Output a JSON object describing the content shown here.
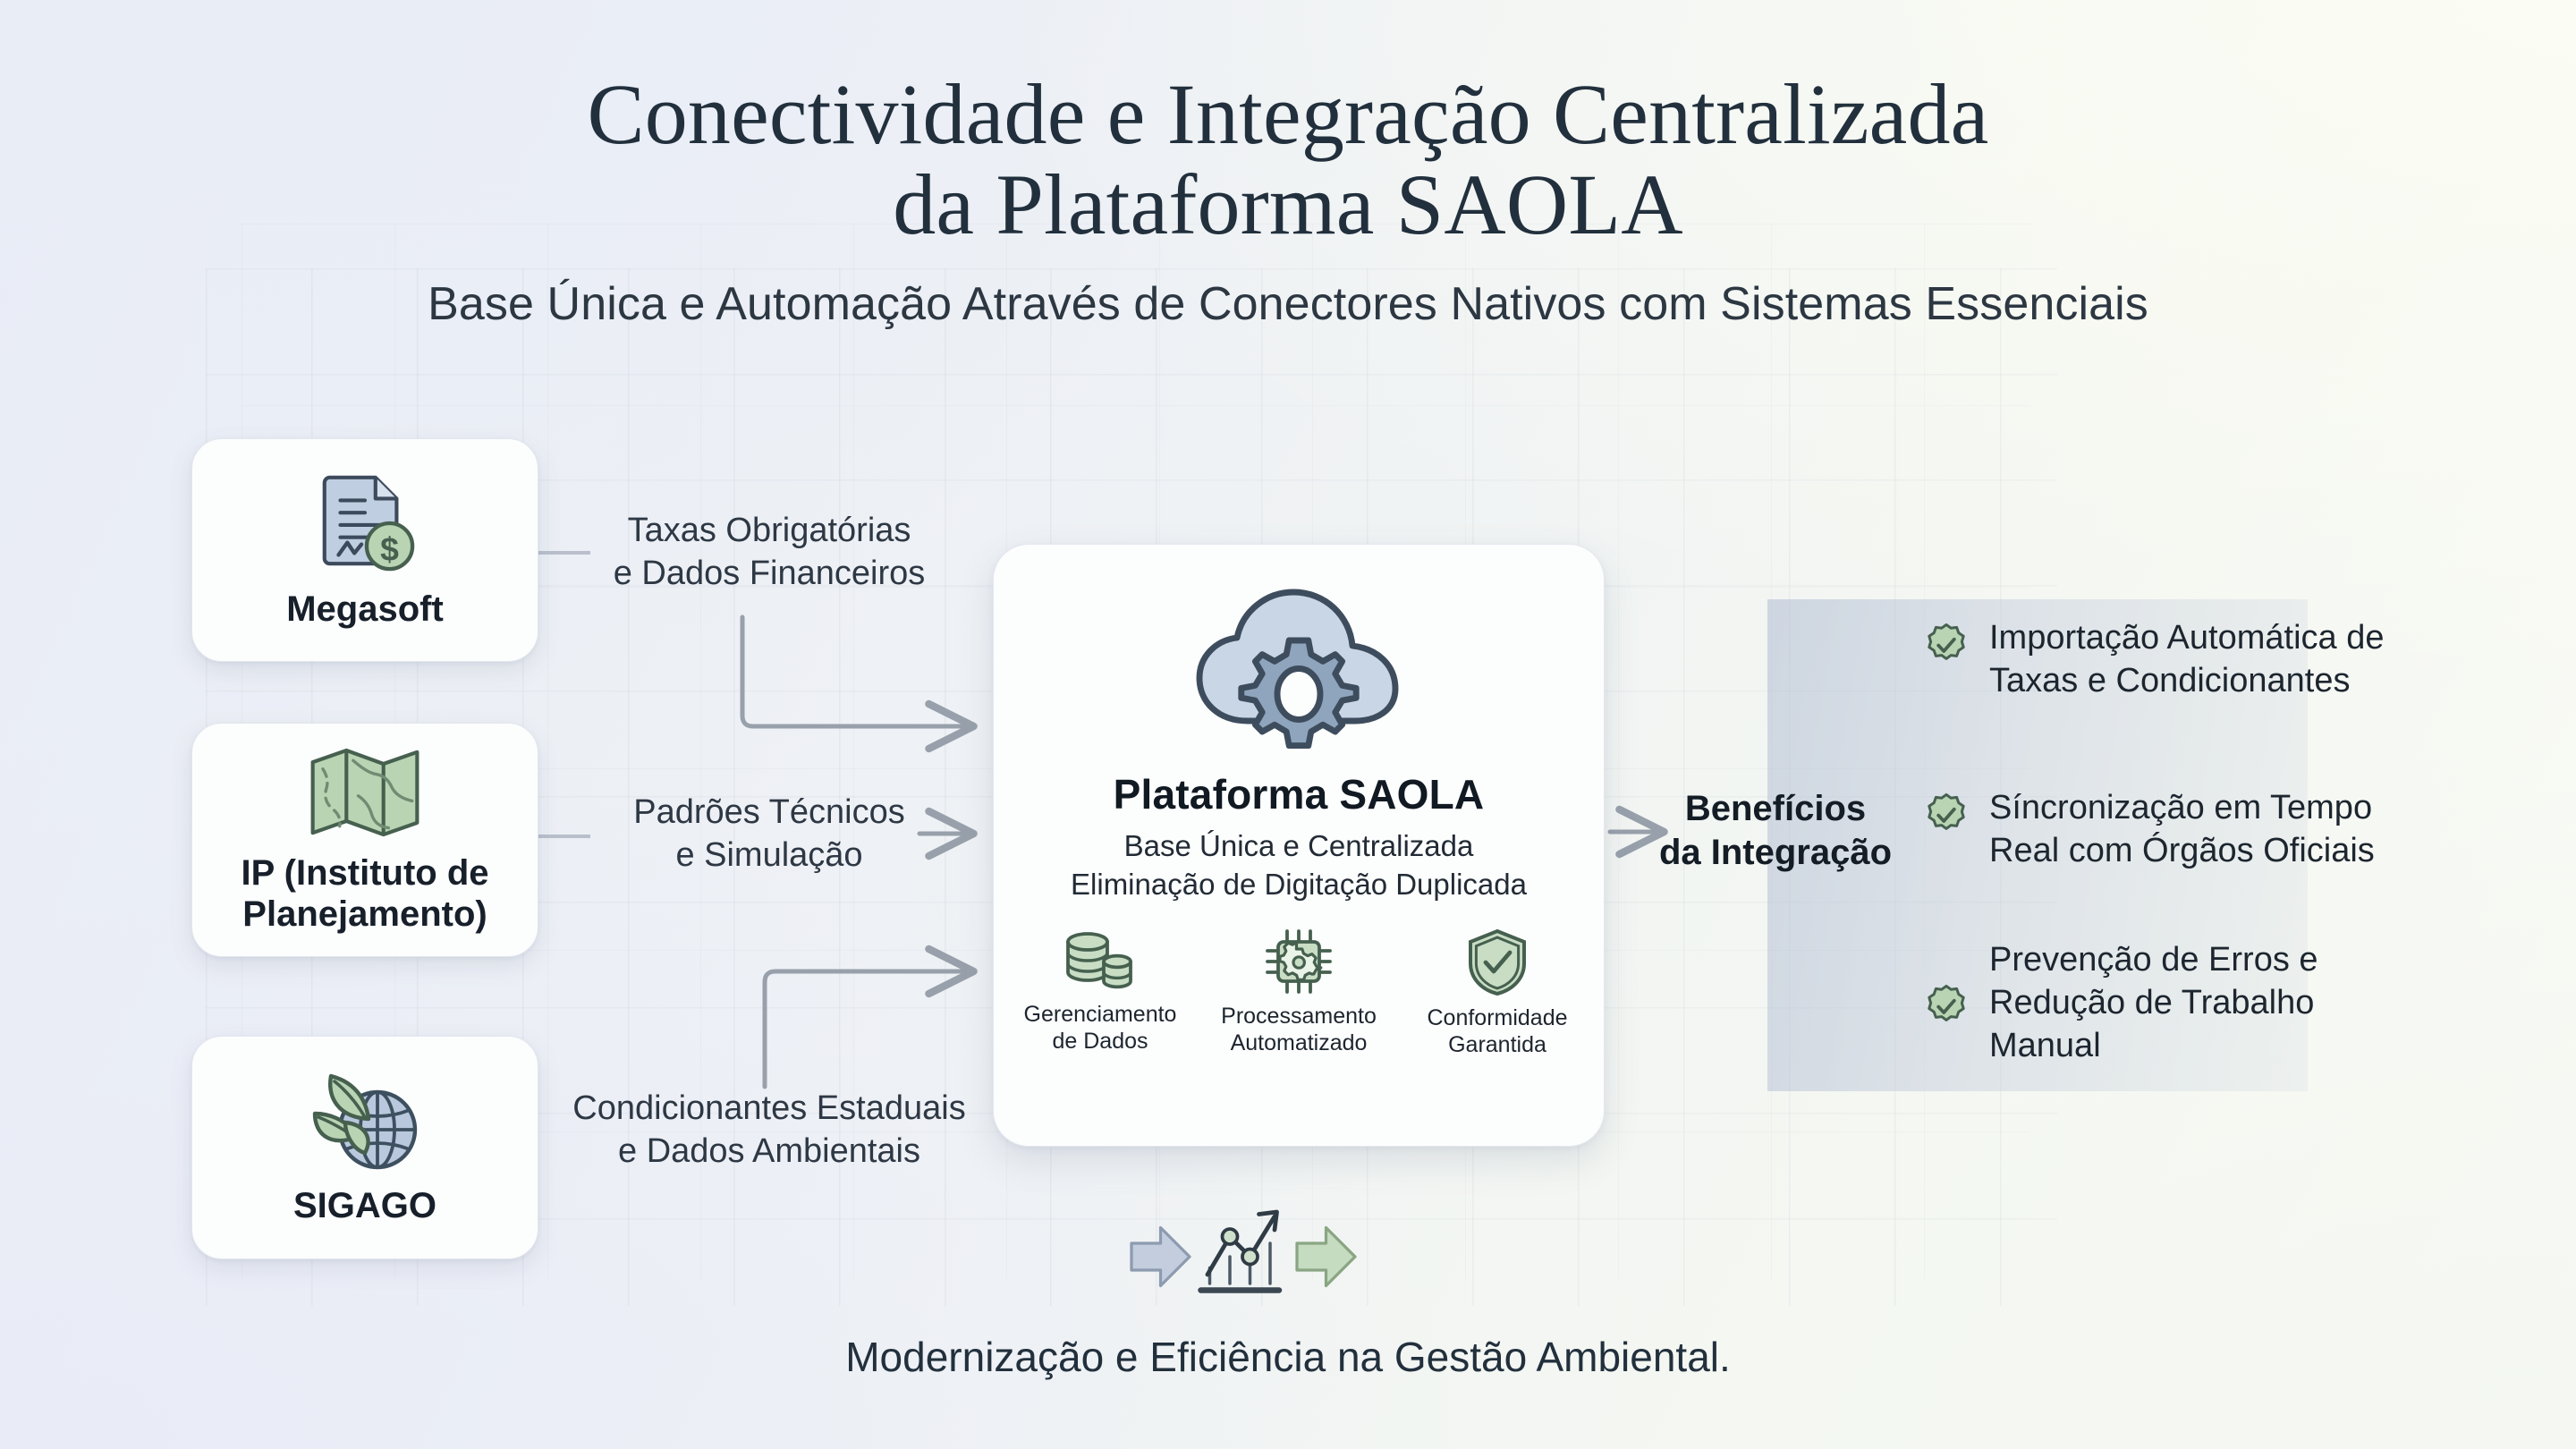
{
  "header": {
    "title_line1": "Conectividade e Integração Centralizada",
    "title_line2": "da Plataforma SAOLA",
    "subtitle": "Base Única e Automação Através de Conectores Nativos com Sistemas Essenciais"
  },
  "sources": [
    {
      "name": "Megasoft",
      "icon": "document-dollar-icon"
    },
    {
      "name": "IP (Instituto de Planejamento)",
      "icon": "map-icon"
    },
    {
      "name": "SIGAGO",
      "icon": "leaf-globe-icon"
    }
  ],
  "connectors": [
    {
      "label_line1": "Taxas Obrigatórias",
      "label_line2": "e Dados Financeiros"
    },
    {
      "label_line1": "Padrões Técnicos",
      "label_line2": "e Simulação"
    },
    {
      "label_line1": "Condicionantes Estaduais",
      "label_line2": "e Dados Ambientais"
    }
  ],
  "platform": {
    "icon": "cloud-gear-icon",
    "title": "Plataforma SAOLA",
    "sub_line1": "Base Única e Centralizada",
    "sub_line2": "Eliminação de Digitação Duplicada",
    "features": [
      {
        "icon": "database-icon",
        "label_line1": "Gerenciamento",
        "label_line2": "de Dados"
      },
      {
        "icon": "chip-gear-icon",
        "label_line1": "Processamento",
        "label_line2": "Automatizado"
      },
      {
        "icon": "shield-check-icon",
        "label_line1": "Conformidade",
        "label_line2": "Garantida"
      }
    ]
  },
  "benefits": {
    "title_line1": "Benefícios",
    "title_line2": "da Integração",
    "items": [
      {
        "icon": "verified-check-icon",
        "line1": "Importação Automática de",
        "line2": "Taxas e Condicionantes",
        "line3": ""
      },
      {
        "icon": "verified-check-icon",
        "line1": "Síncronização em Tempo",
        "line2": "Real com Órgãos Oficiais",
        "line3": ""
      },
      {
        "icon": "verified-check-icon",
        "line1": "Prevenção de Erros e",
        "line2": "Redução de Trabalho",
        "line3": "Manual"
      }
    ]
  },
  "footer": {
    "icon": "growth-chart-arrows-icon",
    "caption": "Modernização e Eficiência na Gestão Ambiental."
  },
  "colors": {
    "title": "#22303d",
    "green": "#b9d4b3",
    "green_stroke": "#46604f",
    "blue": "#b9c8dd",
    "blue_stroke": "#3f4f62",
    "card": "#fcfdfd",
    "connector": "#98a0ab"
  }
}
